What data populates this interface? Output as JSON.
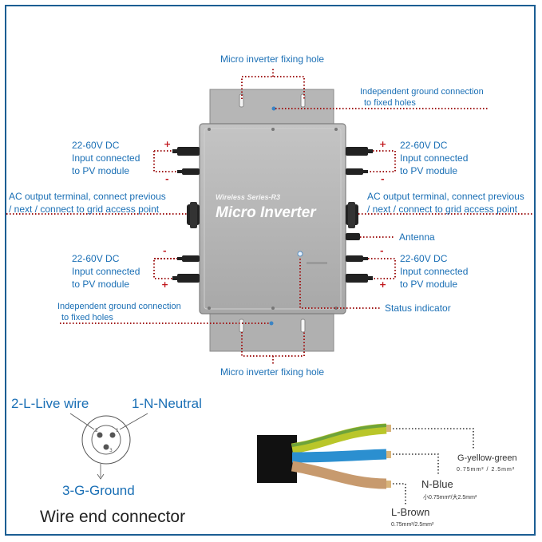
{
  "device": {
    "series": "Wireless Series-R3",
    "name": "Micro Inverter"
  },
  "labels": {
    "fixing_hole_top": "Micro inverter fixing hole",
    "ground_top_1": "Independent ground connection",
    "ground_top_2": "to fixed holes",
    "dc_line1": "22-60V DC",
    "dc_line2": "Input connected",
    "dc_line3": "to PV module",
    "ac_line1": "AC output terminal, connect previous",
    "ac_line2": "/ next / connect to grid access point",
    "antenna": "Antenna",
    "status": "Status indicator",
    "ground_bottom_1": "Independent ground connection",
    "ground_bottom_2": "to fixed holes",
    "fixing_hole_bottom": "Micro inverter fixing hole",
    "plus": "+",
    "minus": "-"
  },
  "connector": {
    "live": "2-L-Live wire",
    "neutral": "1-N-Neutral",
    "ground": "3-G-Ground",
    "pin1": "1",
    "pin2": "2",
    "pin3": "3",
    "title": "Wire end connector"
  },
  "wires": {
    "g_name": "G-yellow-green",
    "g_spec": "0.75mm² / 2.5mm²",
    "n_name": "N-Blue",
    "n_spec": "小0.75mm²/大2.5mm²",
    "l_name": "L-Brown",
    "l_spec": "0.75mm²/2.5mm²"
  },
  "colors": {
    "label_blue": "#1a6fb5",
    "leader_red": "#a01818",
    "frame_blue": "#1b5e93",
    "body_gray": "#b3b3b3",
    "wire_yellow_green": "#b9c62a",
    "wire_blue": "#2b8fd0",
    "wire_brown": "#c79a6e"
  }
}
